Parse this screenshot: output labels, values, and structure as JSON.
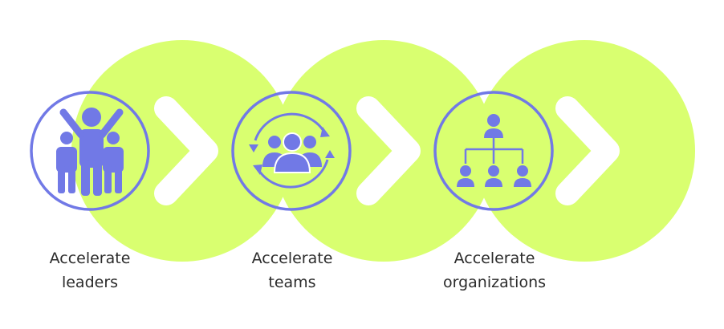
{
  "colors": {
    "blob": "#d9ff70",
    "accent": "#7179e6",
    "chevron": "#ffffff",
    "text": "#2b2b2b"
  },
  "steps": [
    {
      "icon": "people-cheering-icon",
      "line1": "Accelerate",
      "line2": "leaders"
    },
    {
      "icon": "team-cycle-icon",
      "line1": "Accelerate",
      "line2": "teams"
    },
    {
      "icon": "org-chart-icon",
      "line1": "Accelerate",
      "line2": "organizations"
    }
  ]
}
